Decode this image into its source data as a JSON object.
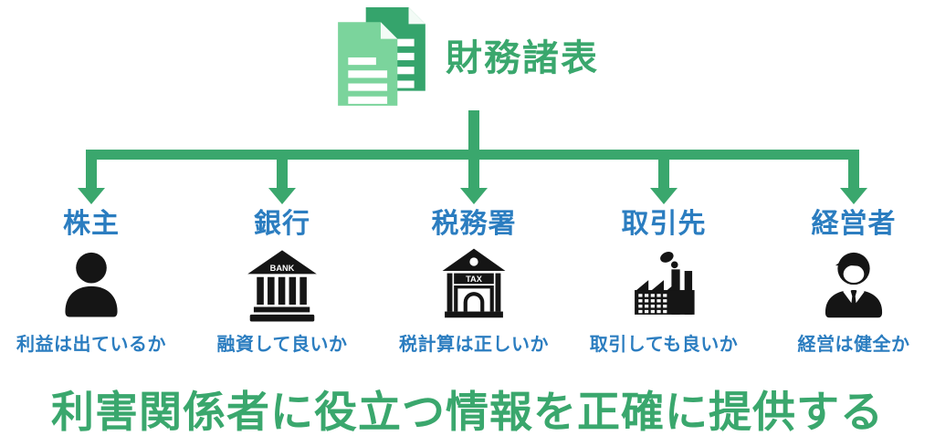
{
  "title": "財務諸表",
  "colors": {
    "green": "#3aa76d",
    "doc_front_green": "#7bd49c",
    "doc_back_green": "#35a46c",
    "blue": "#2b7dc0",
    "icon_black": "#151515"
  },
  "stakeholders": [
    {
      "label": "株主",
      "question": "利益は出ているか",
      "icon": "person-icon"
    },
    {
      "label": "銀行",
      "question": "融資して良いか",
      "icon": "bank-icon",
      "icon_text": "BANK"
    },
    {
      "label": "税務署",
      "question": "税計算は正しいか",
      "icon": "tax-office-icon",
      "icon_text": "TAX"
    },
    {
      "label": "取引先",
      "question": "取引しても良いか",
      "icon": "factory-icon"
    },
    {
      "label": "経営者",
      "question": "経営は健全か",
      "icon": "businessman-icon"
    }
  ],
  "footer": "利害関係者に役立つ情報を正確に提供する"
}
